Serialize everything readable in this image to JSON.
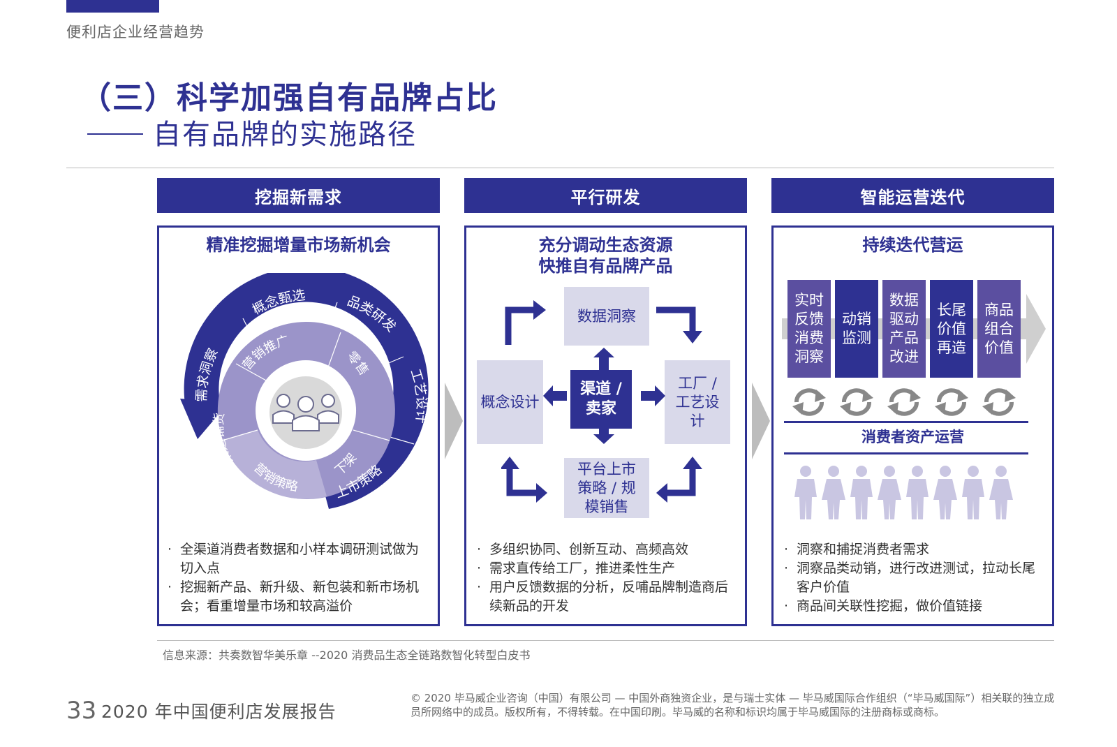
{
  "running_head": "便利店企业经营趋势",
  "title": "（三）科学加强自有品牌占比",
  "subtitle": "自有品牌的实施路径",
  "columns": [
    {
      "header": "挖掘新需求",
      "panel_title": "精准挖掘增量市场新机会",
      "outer_ring": [
        "需求洞察",
        "概念甄选",
        "品类研发",
        "工艺设计",
        "上市策略"
      ],
      "inner_ring": [
        "营销推广",
        "零售",
        "下架",
        "营销策略",
        "渠道铺货"
      ],
      "bullets": [
        "全渠道消费者数据和小样本调研测试做为切入点",
        "挖掘新产品、新升级、新包装和新市场机会；看重增量市场和较高溢价"
      ]
    },
    {
      "header": "平行研发",
      "panel_title_line1": "充分调动生态资源",
      "panel_title_line2": "快推自有品牌产品",
      "center": "渠道 / 卖家",
      "top": "数据洞察",
      "left": "概念设计",
      "right": "工厂 / 工艺设计",
      "bottom": "平台上市策略 / 规模销售",
      "bullets": [
        "多组织协同、创新互动、高频高效",
        "需求直传给工厂，推进柔性生产",
        "用户反馈数据的分析，反哺品牌制造商后续新品的开发"
      ]
    },
    {
      "header": "智能运营迭代",
      "panel_title": "持续迭代营运",
      "cards": [
        "实时反馈消费洞察",
        "动销监测",
        "数据驱动产品改进",
        "长尾价值再造",
        "商品组合价值"
      ],
      "subheading": "消费者资产运营",
      "bullets": [
        "洞察和捕捉消费者需求",
        "洞察品类动销，进行改进测试，拉动长尾客户价值",
        "商品间关联性挖掘，做价值链接"
      ]
    }
  ],
  "source": "信息来源：共奏数智华美乐章 --2020 消费品生态全链路数智化转型白皮书",
  "page_number": "33",
  "report_name": "2020 年中国便利店发展报告",
  "copyright": "© 2020 毕马威企业咨询（中国）有限公司 — 中国外商独资企业，是与瑞士实体 — 毕马威国际合作组织（“毕马威国际”）相关联的独立成员所网络中的成员。版权所有，不得转载。在中国印刷。毕马威的名称和标识均属于毕马威国际的注册商标或商标。",
  "colors": {
    "navy": "#2e3192",
    "purple_mid": "#5b4fa0",
    "purple_light": "#9b94c9",
    "lavender": "#d9d9ea",
    "gray": "#bdbdbd"
  },
  "icons": [
    "user-group-icon",
    "cycle-arrows-icon",
    "person-icon",
    "corner-arrow-icon",
    "cross-arrow-icon"
  ]
}
